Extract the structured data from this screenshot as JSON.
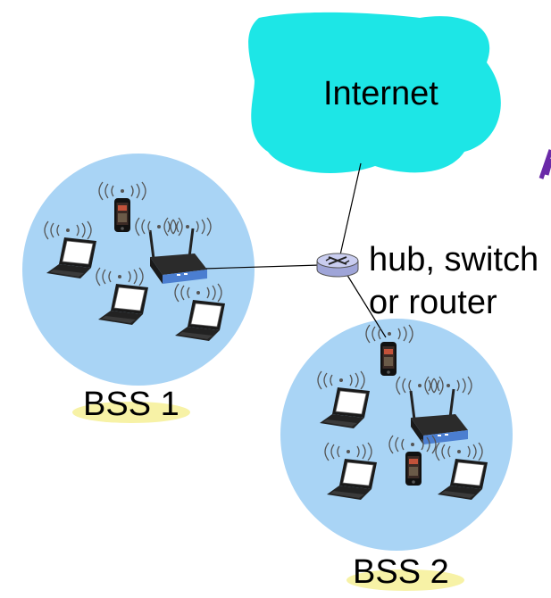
{
  "cloud": {
    "label": "Internet",
    "color": "#1de6e6"
  },
  "hub": {
    "label_line1": "hub, switch",
    "label_line2": "or router",
    "color": "#c9cdf0"
  },
  "bss": [
    {
      "label": "BSS 1",
      "color": "#a9d4f5"
    },
    {
      "label": "BSS 2",
      "color": "#a9d4f5"
    }
  ],
  "label_highlight_color": "#f7f2a6",
  "devices": {
    "access_point_icon": "wireless-router-icon",
    "laptop_icon": "laptop-icon",
    "phone_icon": "smartphone-icon",
    "signal_icon": "wifi-signal-icon"
  }
}
